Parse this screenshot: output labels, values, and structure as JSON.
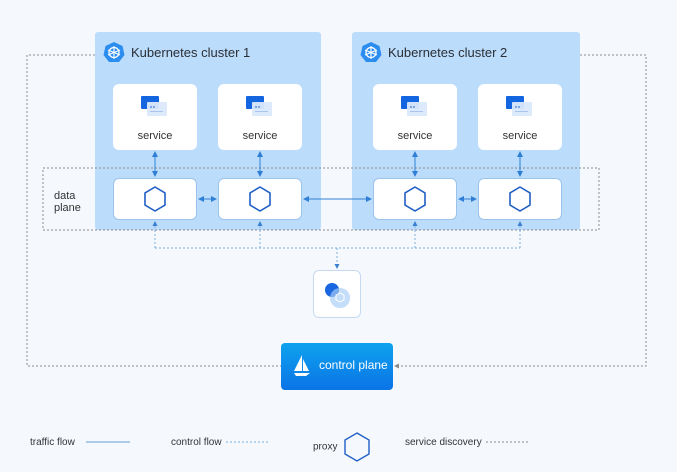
{
  "clusters": [
    {
      "title": "Kubernetes cluster 1",
      "services": [
        "service",
        "service"
      ]
    },
    {
      "title": "Kubernetes cluster 2",
      "services": [
        "service",
        "service"
      ]
    }
  ],
  "data_plane": {
    "label_line1": "data",
    "label_line2": "plane"
  },
  "control_plane": {
    "label": "control plane"
  },
  "legend": {
    "traffic_flow": "traffic flow",
    "control_flow": "control flow",
    "proxy": "proxy",
    "service_discovery": "service discovery"
  },
  "colors": {
    "cluster_bg": "#bcdcfb",
    "traffic_line": "#2f7fd6",
    "control_line": "#7fb0de",
    "discovery_line": "#8a8a8a",
    "hexagon": "#1f5fc4",
    "control_plane": "#0b84ea"
  }
}
